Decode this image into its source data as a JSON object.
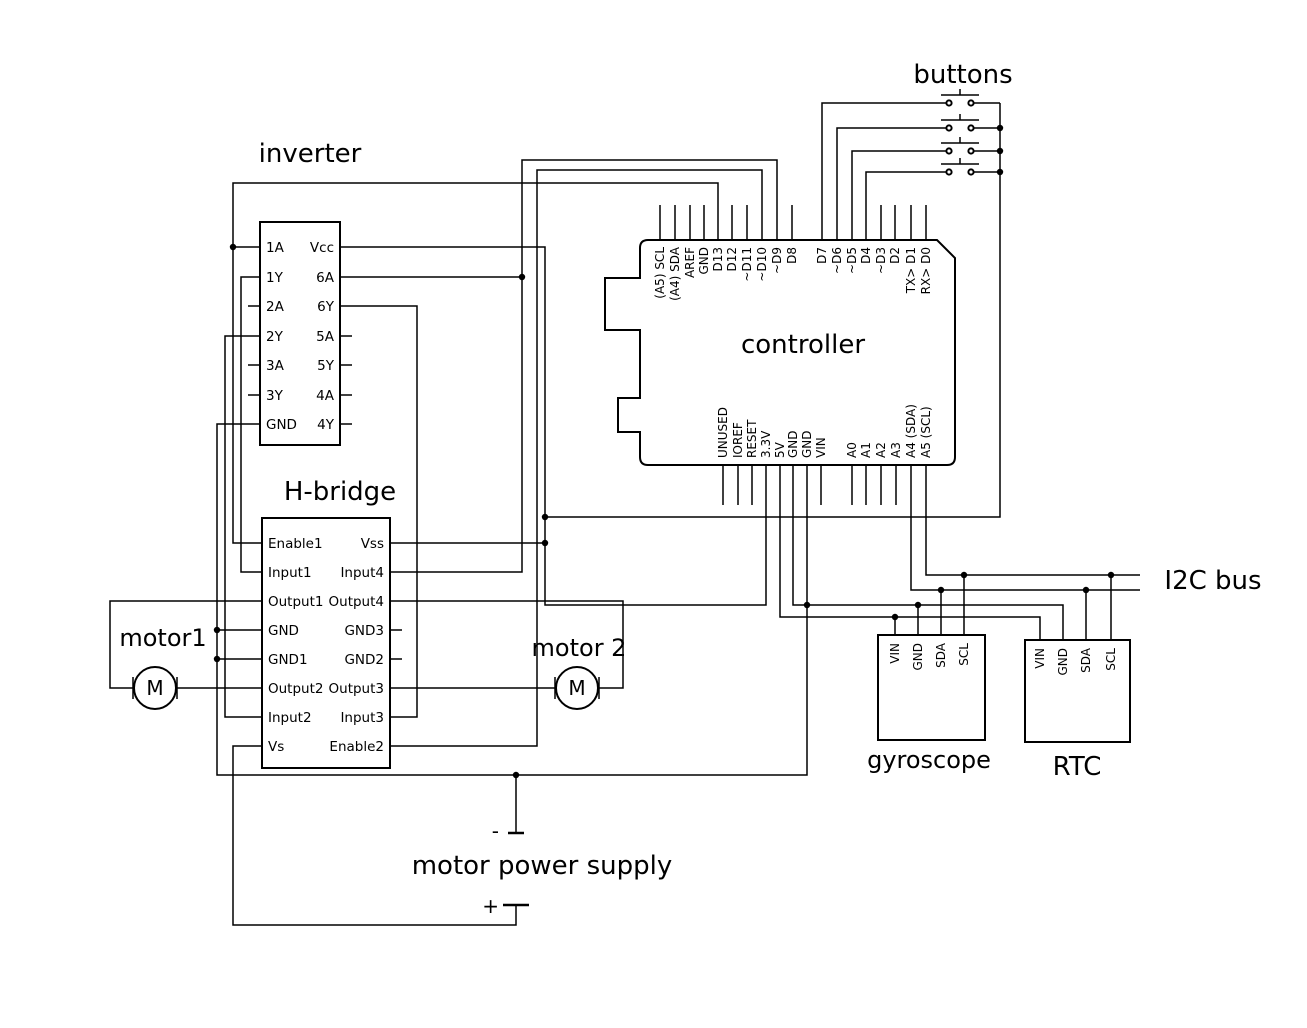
{
  "labels": {
    "inverter": "inverter",
    "h_bridge": "H-bridge",
    "controller": "controller",
    "buttons": "buttons",
    "motor1": "motor1",
    "motor2": "motor 2",
    "i2c_bus": "I2C bus",
    "gyroscope": "gyroscope",
    "rtc": "RTC",
    "motor_power_supply": "motor power supply",
    "supply_minus": "-",
    "supply_plus": "+",
    "motor_symbol": "M"
  },
  "inverter": {
    "left_pins": [
      "1A",
      "1Y",
      "2A",
      "2Y",
      "3A",
      "3Y",
      "GND"
    ],
    "right_pins": [
      "Vcc",
      "6A",
      "6Y",
      "5A",
      "5Y",
      "4A",
      "4Y"
    ]
  },
  "h_bridge": {
    "left_pins": [
      "Enable1",
      "Input1",
      "Output1",
      "GND",
      "GND1",
      "Output2",
      "Input2",
      "Vs"
    ],
    "right_pins": [
      "Vss",
      "Input4",
      "Output4",
      "GND3",
      "GND2",
      "Output3",
      "Input3",
      "Enable2"
    ]
  },
  "controller": {
    "top_pins": [
      "(A5) SCL",
      "(A4) SDA",
      "AREF",
      "GND",
      "D13",
      "D12",
      "~D11",
      "~D10",
      "~D9",
      "D8",
      "D7",
      "~D6",
      "~D5",
      "D4",
      "~D3",
      "D2",
      "TX> D1",
      "RX> D0"
    ],
    "bottom_pins": [
      "UNUSED",
      "IOREF",
      "RESET",
      "3.3V",
      "5V",
      "GND",
      "GND",
      "VIN",
      "A0",
      "A1",
      "A2",
      "A3",
      "A4 (SDA)",
      "A5 (SCL)"
    ]
  },
  "gyroscope": {
    "pins": [
      "VIN",
      "GND",
      "SDA",
      "SCL"
    ]
  },
  "rtc": {
    "pins": [
      "VIN",
      "GND",
      "SDA",
      "SCL"
    ]
  },
  "colors": {
    "wire": "#000000",
    "background": "#ffffff"
  }
}
